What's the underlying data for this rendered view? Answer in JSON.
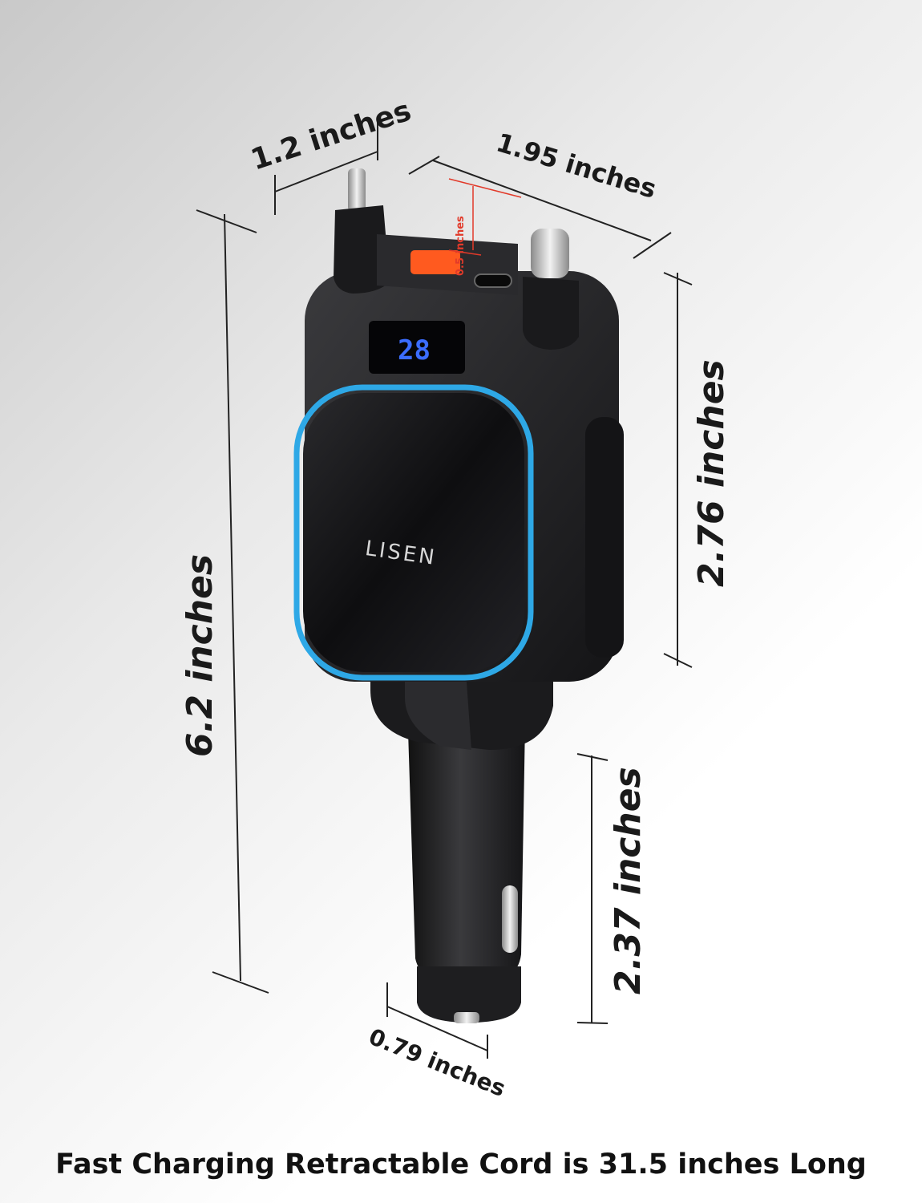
{
  "dimensions": {
    "lightning_width": "1.2 inches",
    "body_width": "1.95 inches",
    "port_spacing": "0.5 inches",
    "total_height": "6.2 inches",
    "head_height": "2.76 inches",
    "plug_length": "2.37 inches",
    "plug_diameter": "0.79 inches"
  },
  "product": {
    "brand": "LISEN",
    "display_readout": "28",
    "ring_color": "#2ea8e6",
    "display_color": "#3b6dff",
    "usb_port_color": "#ff5a1f"
  },
  "caption": "Fast Charging Retractable Cord is 31.5 inches Long"
}
